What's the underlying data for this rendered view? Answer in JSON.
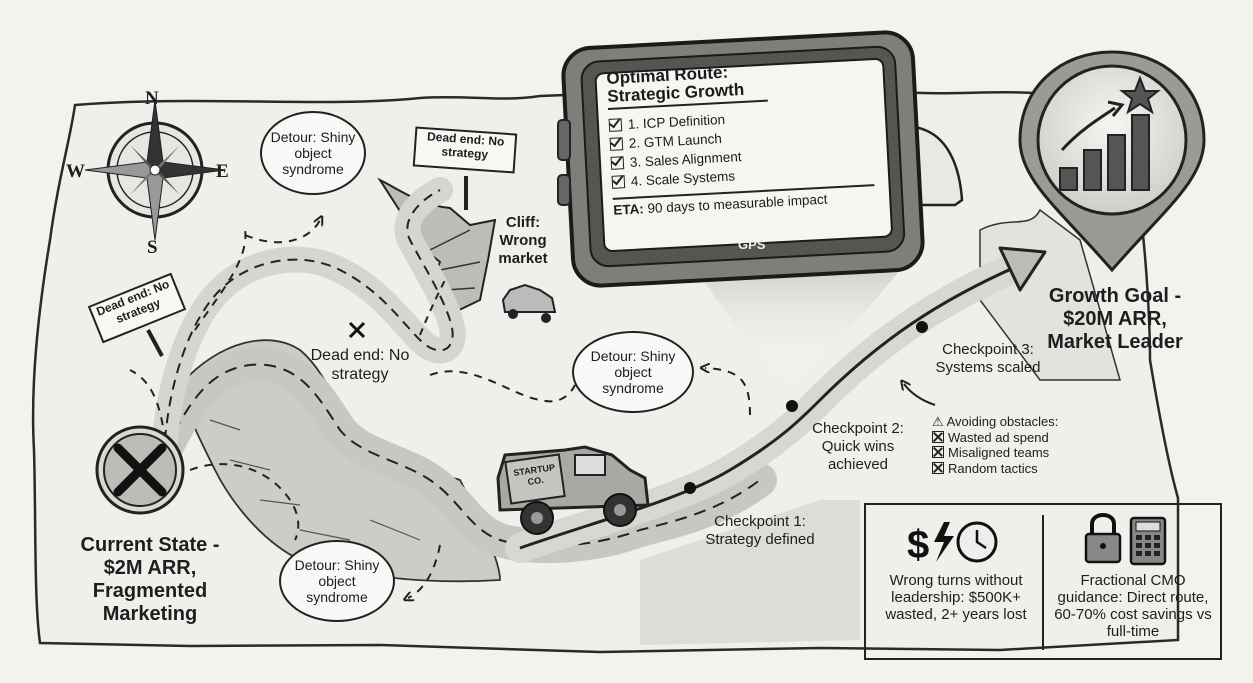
{
  "compass": {
    "n": "N",
    "s": "S",
    "e": "E",
    "w": "W"
  },
  "start": {
    "label": "Current State - $2M ARR, Fragmented Marketing"
  },
  "goal": {
    "label": "Growth Goal - $20M ARR, Market Leader"
  },
  "signs": [
    {
      "label": "Dead end: No strategy"
    },
    {
      "label": "Dead end: No strategy"
    }
  ],
  "hazards": {
    "dead_end_mark": "Dead end: No strategy",
    "cliff": "Cliff: Wrong market"
  },
  "detours": [
    {
      "label": "Detour: Shiny object syndrome"
    },
    {
      "label": "Detour: Shiny object syndrome"
    },
    {
      "label": "Detour: Shiny object syndrome"
    }
  ],
  "gps": {
    "title": "Optimal Route: Strategic Growth",
    "steps": [
      "1. ICP Definition",
      "2. GTM Launch",
      "3. Sales Alignment",
      "4. Scale Systems"
    ],
    "eta_label": "ETA:",
    "eta_text": "90 days to measurable impact",
    "brand": "GPS"
  },
  "vehicle": {
    "label": "STARTUP CO."
  },
  "checkpoints": [
    {
      "label": "Checkpoint 1: Strategy defined"
    },
    {
      "label": "Checkpoint 2: Quick wins achieved"
    },
    {
      "label": "Checkpoint 3: Systems scaled"
    }
  ],
  "obstacles": {
    "title": "Avoiding obstacles:",
    "items": [
      "Wasted ad spend",
      "Misaligned teams",
      "Random tactics"
    ]
  },
  "comparison": {
    "left_text": "Wrong turns without leadership: $500K+ wasted, 2+ years lost",
    "right_text": "Fractional CMO guidance: Direct route, 60-70% cost savings vs full-time",
    "left_icons": [
      "dollar-icon",
      "lightning-icon",
      "clock-icon"
    ],
    "right_icons": [
      "padlock-icon",
      "calculator-icon"
    ]
  }
}
